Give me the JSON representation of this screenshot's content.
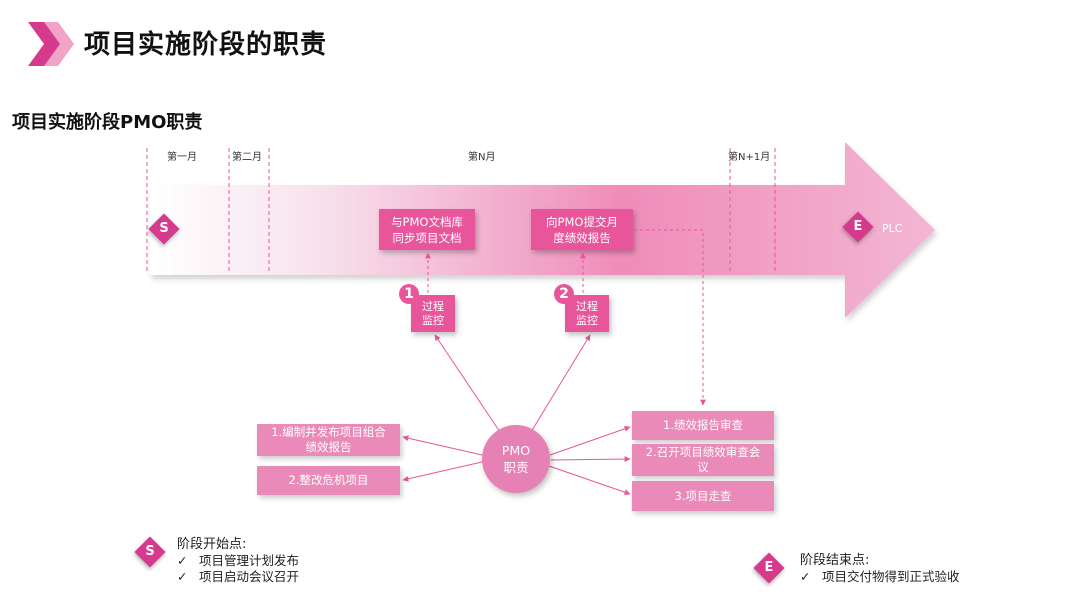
{
  "header": {
    "title": "项目实施阶段的职责"
  },
  "section_title": "项目实施阶段PMO职责",
  "months": [
    "第一月",
    "第二月",
    "第N月",
    "第N+1月"
  ],
  "timeline": {
    "start_marker": "S",
    "end_marker": "E",
    "end_label": "PLC"
  },
  "arrow_boxes": [
    "与PMO文档库\n同步项目文档",
    "向PMO提交月\n度绩效报告"
  ],
  "process_steps": [
    {
      "number": "1",
      "label": "过程\n监控"
    },
    {
      "number": "2",
      "label": "过程\n监控"
    }
  ],
  "pmo": {
    "label": "PMO\n职责"
  },
  "left_duties": [
    "1.编制并发布项目组合\n绩效报告",
    "2.整改危机项目"
  ],
  "right_duties": [
    "1.绩效报告审查",
    "2.召开项目绩效审查会\n议",
    "3.项目走查"
  ],
  "legend_start": {
    "marker": "S",
    "title": "阶段开始点:",
    "items": [
      "项目管理计划发布",
      "项目启动会议召开"
    ]
  },
  "legend_end": {
    "marker": "E",
    "title": "阶段结束点:",
    "items": [
      "项目交付物得到正式验收"
    ]
  },
  "colors": {
    "accent": "#e8559a",
    "dark_accent": "#d63a8c",
    "light_accent": "#e98ab8"
  }
}
